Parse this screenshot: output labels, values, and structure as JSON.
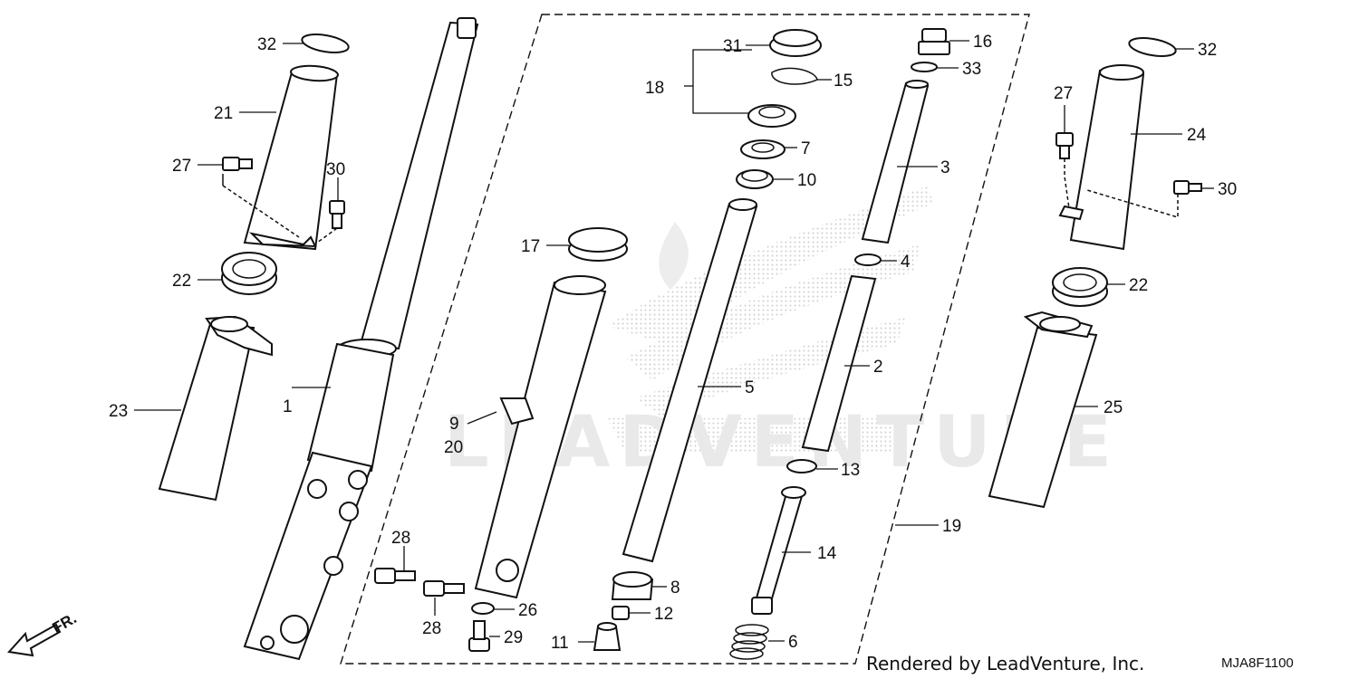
{
  "diagram": {
    "callouts": [
      "1",
      "2",
      "3",
      "4",
      "5",
      "6",
      "7",
      "8",
      "9",
      "20",
      "10",
      "11",
      "12",
      "13",
      "14",
      "15",
      "16",
      "17",
      "18",
      "19",
      "21",
      "22",
      "23",
      "24",
      "25",
      "26",
      "27",
      "28",
      "29",
      "30",
      "31",
      "32",
      "33"
    ],
    "watermark": "LEADVENTURE",
    "credit": "Rendered by LeadVenture, Inc.",
    "figure_code": "MJA8F1100",
    "direction_label": "FR."
  }
}
